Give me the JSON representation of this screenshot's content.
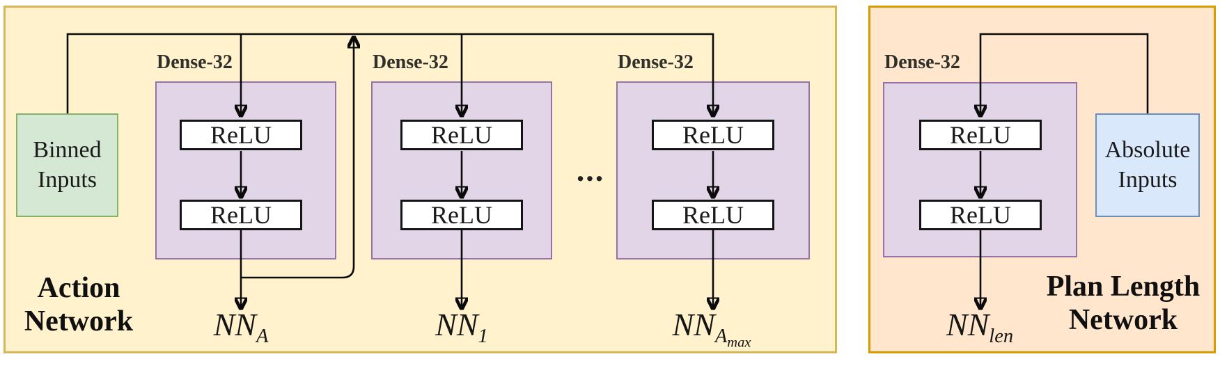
{
  "diagram": {
    "action_network": {
      "title": "Action Network",
      "input_box": {
        "label": "Binned Inputs"
      },
      "blocks": [
        {
          "label": "Dense-32",
          "layers": [
            "ReLU",
            "ReLU"
          ]
        },
        {
          "label": "Dense-32",
          "layers": [
            "ReLU",
            "ReLU"
          ]
        },
        {
          "label": "Dense-32",
          "layers": [
            "ReLU",
            "ReLU"
          ]
        }
      ],
      "ellipsis": "...",
      "outputs": [
        {
          "base": "NN",
          "sub": "A"
        },
        {
          "base": "NN",
          "sub": "1"
        },
        {
          "base": "NN",
          "sub": "A",
          "subsub": "max"
        }
      ]
    },
    "plan_length_network": {
      "title": "Plan Length Network",
      "input_box": {
        "label": "Absolute Inputs"
      },
      "block": {
        "label": "Dense-32",
        "layers": [
          "ReLU",
          "ReLU"
        ]
      },
      "output": {
        "base": "NN",
        "sub": "len"
      }
    },
    "colors": {
      "action_panel_fill": "#fff2cc",
      "action_panel_border": "#d6b656",
      "plan_panel_fill": "#ffe6cc",
      "plan_panel_border": "#d79b00",
      "dense_fill": "#e1d5e7",
      "dense_border": "#9673a6",
      "binned_fill": "#d5e8d4",
      "binned_border": "#82b366",
      "absolute_fill": "#dae8fc",
      "absolute_border": "#6c8ebf",
      "wire": "#0a0a0a"
    }
  }
}
